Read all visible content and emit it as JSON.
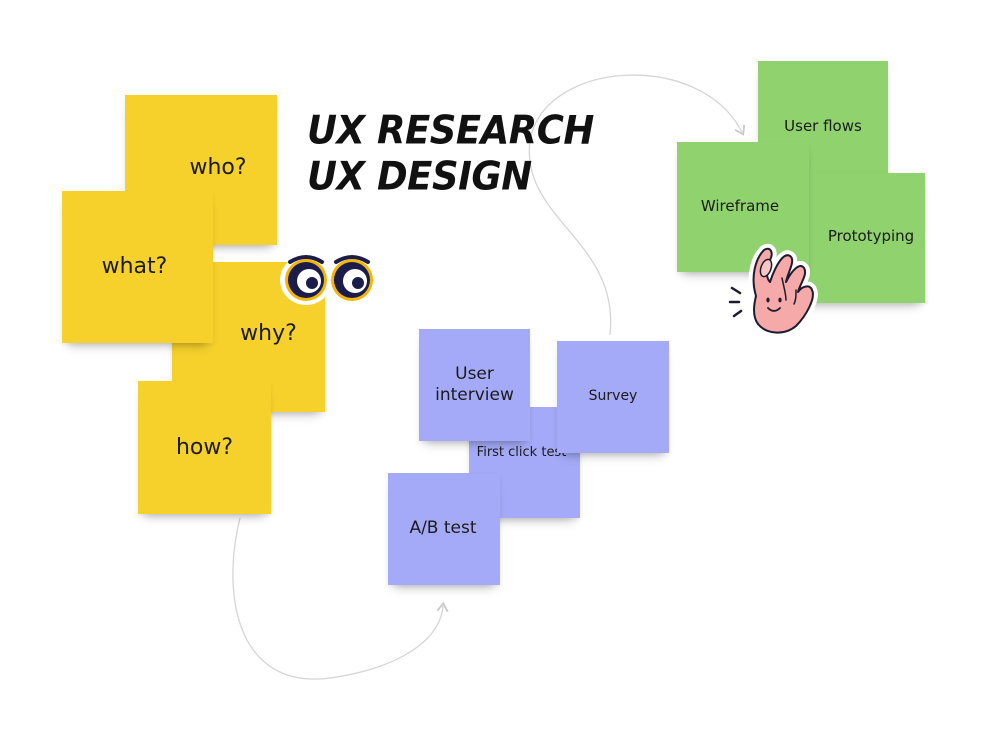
{
  "title": {
    "line1": "UX RESEARCH",
    "line2": "UX DESIGN"
  },
  "colors": {
    "yellow": "#f6d12c",
    "purple": "#a4aaf7",
    "green": "#8fd26e",
    "connector": "#d5d5d5",
    "sticker_pink": "#f5a9a9",
    "eyes_navy": "#1c1c4a",
    "eyes_gold": "#f2b705"
  },
  "groups": {
    "questions": [
      "who?",
      "what?",
      "why?",
      "how?"
    ],
    "research": [
      "User interview",
      "Survey",
      "First click test",
      "A/B test"
    ],
    "design": [
      "User flows",
      "Wireframe",
      "Prototyping"
    ]
  },
  "stickers": [
    "eyes-icon",
    "ok-hand-icon"
  ]
}
